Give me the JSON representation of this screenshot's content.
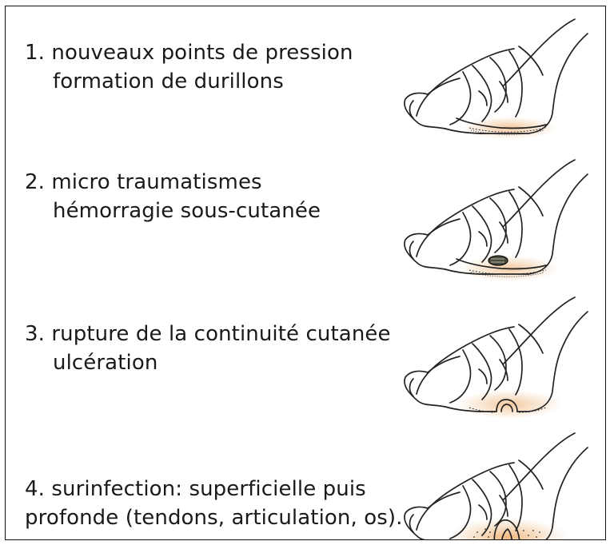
{
  "steps": [
    {
      "line1": "1. nouveaux points de pression",
      "line2": "formation de durillons"
    },
    {
      "line1": "2. micro traumatismes",
      "line2": "hémorragie sous-cutanée"
    },
    {
      "line1": "3. rupture de la continuité cutanée",
      "line2": "ulcération"
    },
    {
      "line1": "4. surinfection: superficielle puis",
      "line2": "profonde (tendons, articulation, os)."
    }
  ],
  "colors": {
    "ink": "#1a1a1a",
    "callus_tint": "#f2c79a",
    "border": "#111111"
  }
}
